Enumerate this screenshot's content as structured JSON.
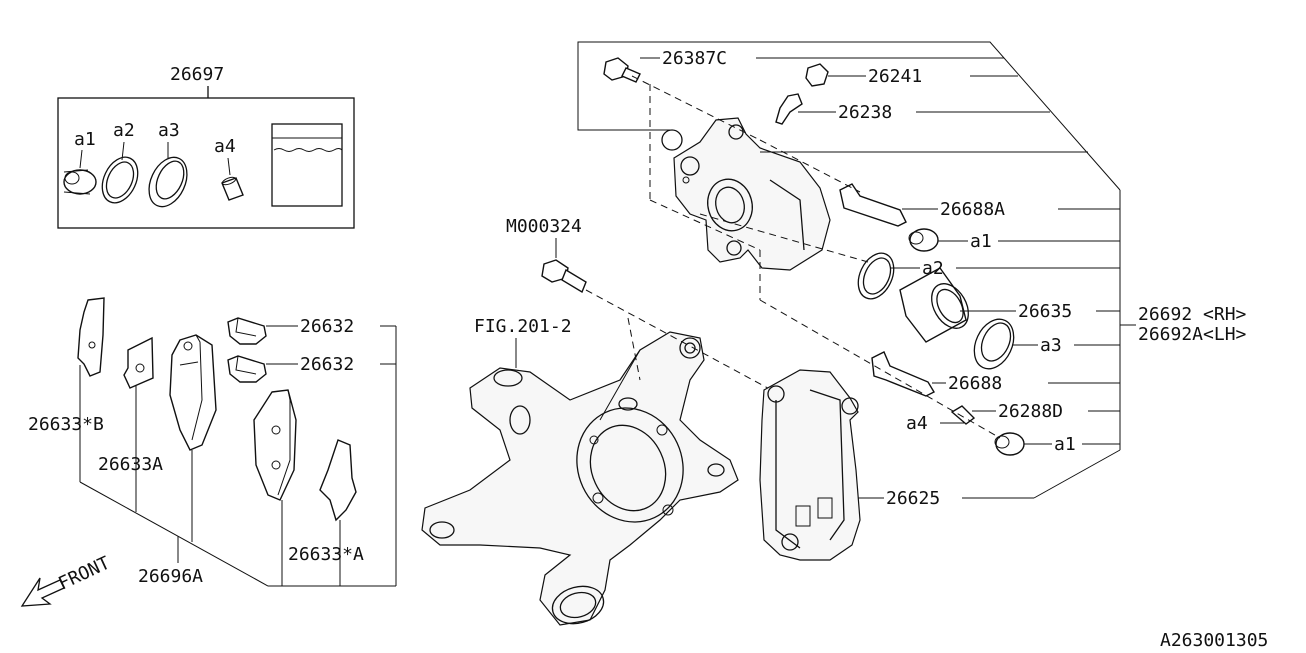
{
  "diagram_id": "A263001305",
  "labels": {
    "kit_26697": "26697",
    "kit_a1": "a1",
    "kit_a2": "a2",
    "kit_a3": "a3",
    "kit_a4": "a4",
    "p26387c": "26387C",
    "p26241": "26241",
    "p26238": "26238",
    "p26688a": "26688A",
    "a1_upper": "a1",
    "a2_right": "a2",
    "p26635": "26635",
    "p26692": "26692 <RH>",
    "p26692a": "26692A<LH>",
    "a3_right": "a3",
    "p26688": "26688",
    "p26288d": "26288D",
    "a4_right": "a4",
    "a1_lower": "a1",
    "p26625": "26625",
    "m000324": "M000324",
    "fig201": "FIG.201-2",
    "p26632_top": "26632",
    "p26632_bottom": "26632",
    "p26633b": "26633*B",
    "p26633a": "26633A",
    "p26633star_a": "26633*A",
    "p26696a": "26696A",
    "front": "FRONT"
  }
}
